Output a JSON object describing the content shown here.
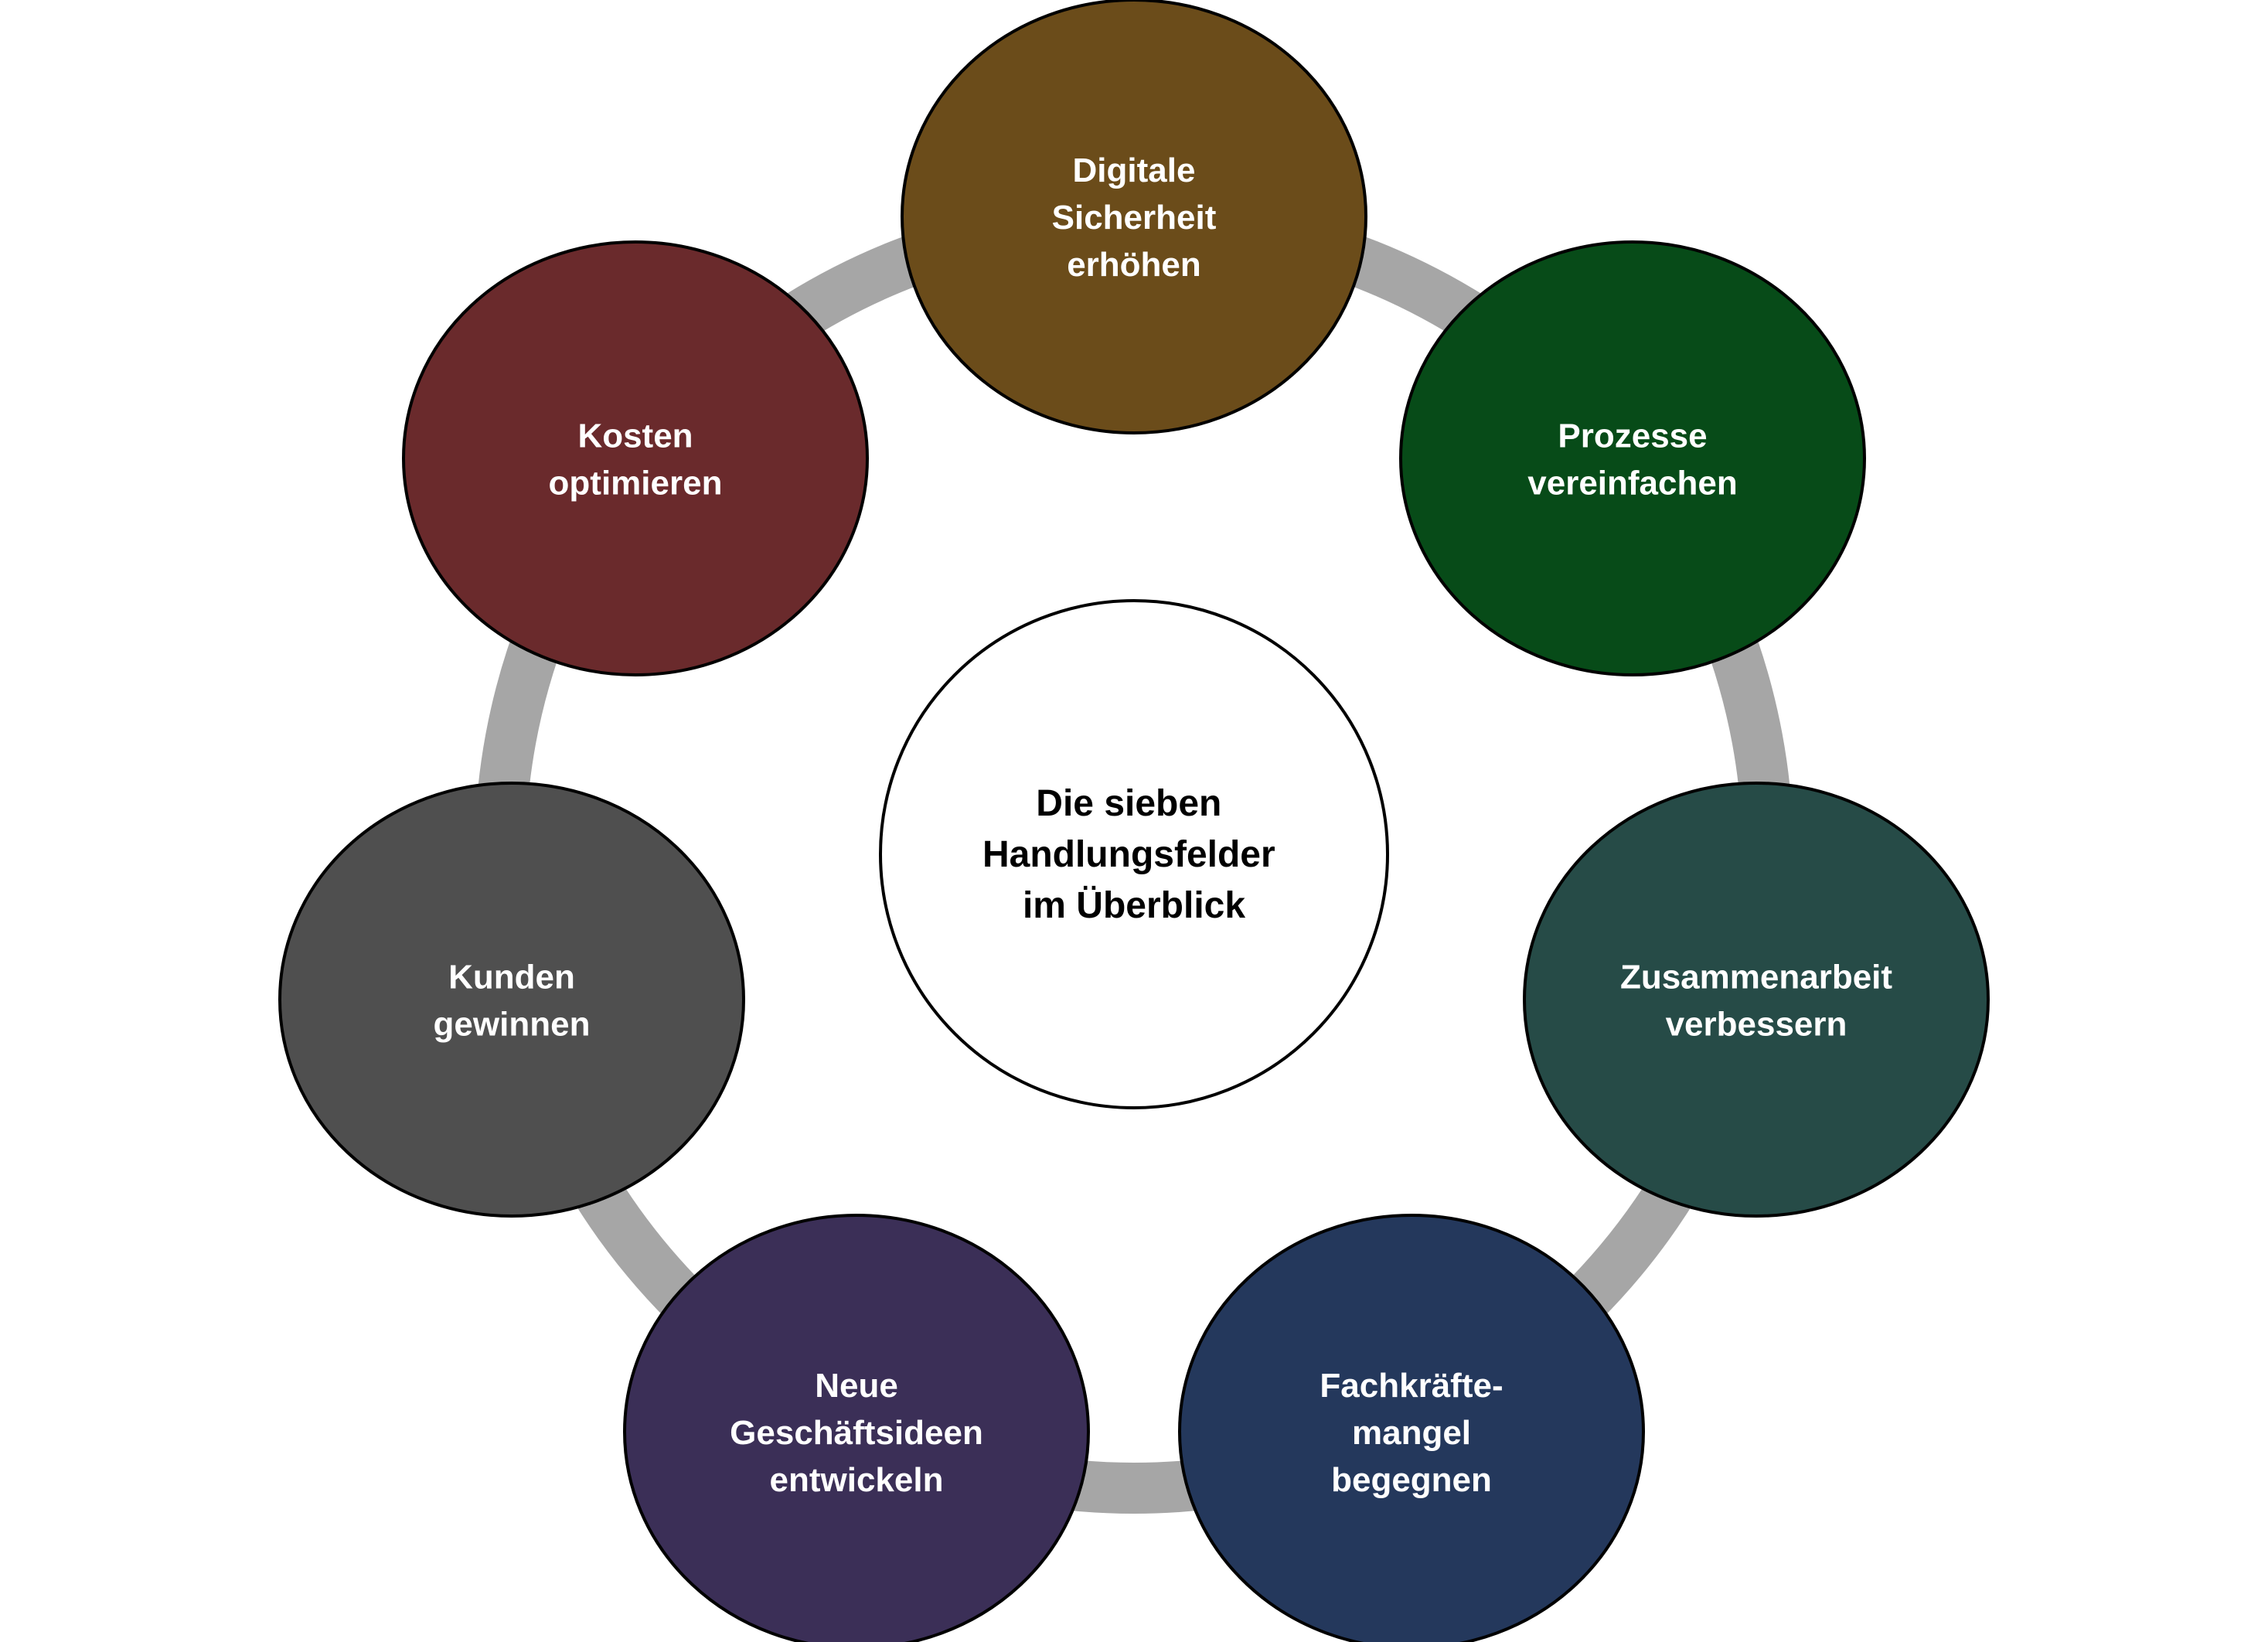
{
  "center": {
    "lines": [
      "Die sieben",
      "Handlungsfelder",
      "im Überblick"
    ],
    "fill": "#ffffff",
    "text_color": "#000000"
  },
  "ring_color": "#a6a6a6",
  "nodes": [
    {
      "id": "digitale-sicherheit",
      "lines": [
        "Digitale",
        "Sicherheit",
        "erhöhen"
      ],
      "fill": "#6b4c1a"
    },
    {
      "id": "prozesse",
      "lines": [
        "Prozesse",
        "vereinfachen"
      ],
      "fill": "#074b18"
    },
    {
      "id": "zusammenarbeit",
      "lines": [
        "Zusammenarbeit",
        "verbessern"
      ],
      "fill": "#264b47"
    },
    {
      "id": "fachkraeftemangel",
      "lines": [
        "Fachkräfte-",
        "mangel",
        "begegnen"
      ],
      "fill": "#24385c"
    },
    {
      "id": "geschaeftsideen",
      "lines": [
        "Neue",
        "Geschäftsideen",
        "entwickeln"
      ],
      "fill": "#3b2f57"
    },
    {
      "id": "kunden",
      "lines": [
        "Kunden",
        "gewinnen"
      ],
      "fill": "#4f4f4f"
    },
    {
      "id": "kosten",
      "lines": [
        "Kosten",
        "optimieren"
      ],
      "fill": "#6a2a2c"
    }
  ]
}
